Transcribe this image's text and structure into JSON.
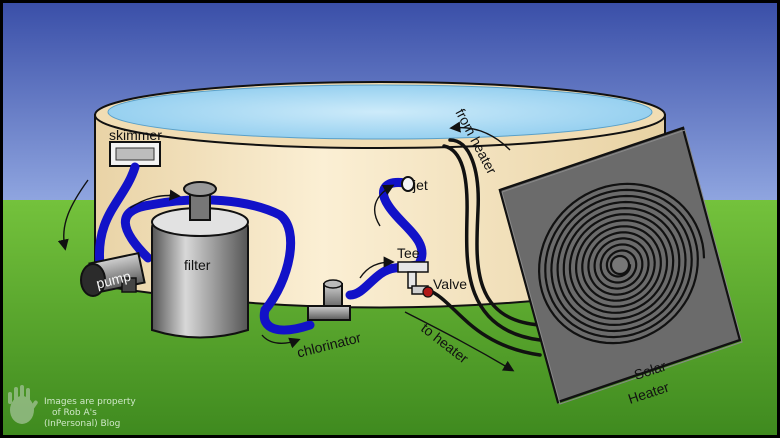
{
  "labels": {
    "skimmer": "skimmer",
    "pump": "pump",
    "filter": "filter",
    "chlorinator": "chlorinator",
    "jet": "jet",
    "tee": "Tee",
    "valve": "Valve",
    "from_heater": "from heater",
    "to_heater": "to heater",
    "solar": "Solar",
    "heater": "Heater"
  },
  "watermark": {
    "line1": "Images are property",
    "line2": "of Rob A's",
    "line3": "(InPersonal) Blog"
  },
  "colors": {
    "sky_top": "#3a4fa8",
    "sky_bottom": "#8aa0dc",
    "grass_top": "#6fbf3a",
    "grass_bottom": "#3e8a1e",
    "pool_wall": "#f6e6c4",
    "water": "#a9d8f2",
    "hose": "#1212c8",
    "panel": "#6b6b6b",
    "coil": "#111111"
  }
}
